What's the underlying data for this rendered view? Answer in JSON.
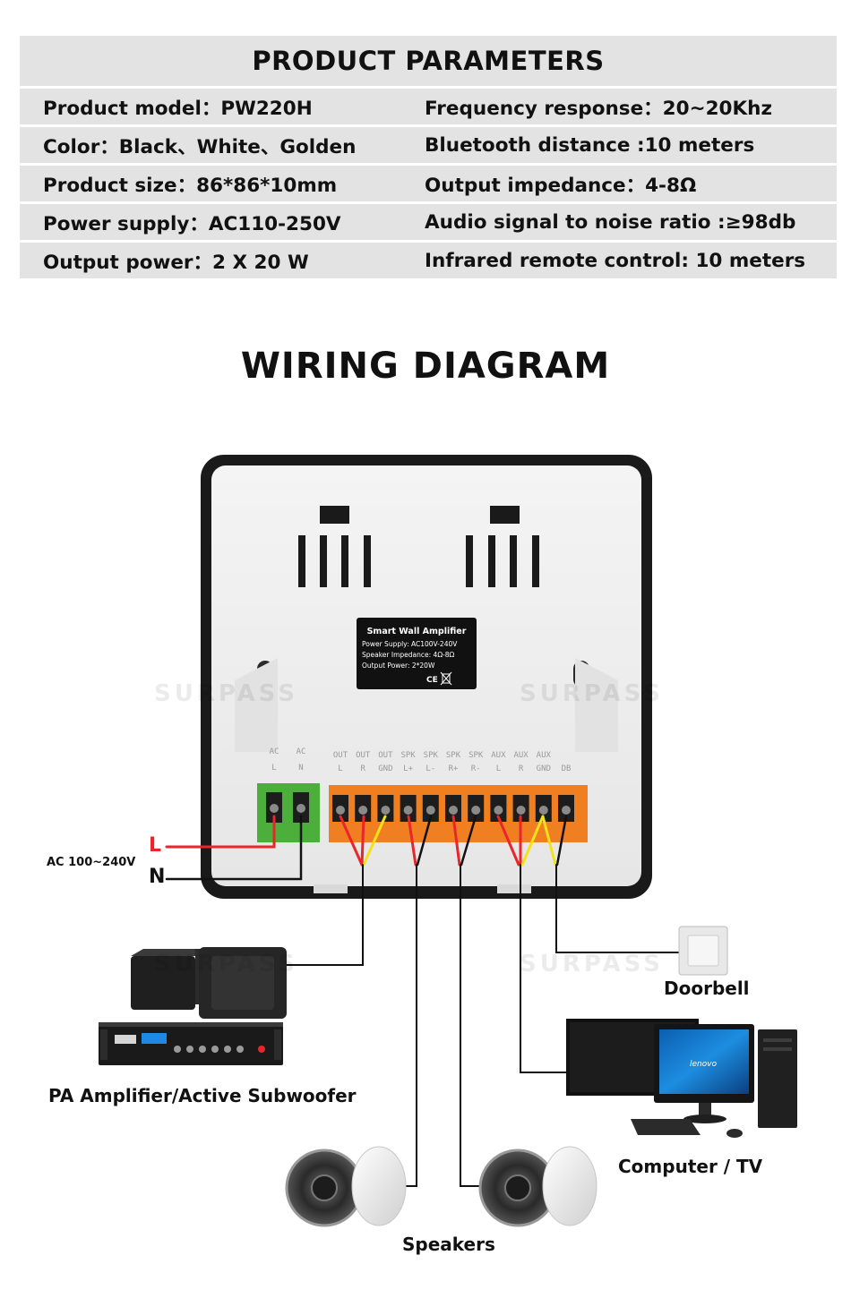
{
  "parameters": {
    "title": "PRODUCT PARAMETERS",
    "rows": [
      {
        "left": "Product model：PW220H",
        "right": "Frequency response：20~20Khz"
      },
      {
        "left": "Color：Black、White、Golden",
        "right": "Bluetooth distance :10 meters"
      },
      {
        "left": "Product size：86*86*10mm",
        "right": "Output impedance：4-8Ω"
      },
      {
        "left": "Power supply：AC110-250V",
        "right": "Audio signal to noise ratio :≥98db"
      },
      {
        "left": "Output power：2 X 20 W",
        "right": "Infrared remote control: 10 meters"
      }
    ]
  },
  "wiring": {
    "title": "WIRING DIAGRAM",
    "watermark": "SURPASS",
    "device_label": {
      "title": "Smart Wall Amplifier",
      "line1": "Power Supply: AC100V-240V",
      "line2": "Speaker Impedance: 4Ω-8Ω",
      "line3": "Output Power: 2*20W",
      "mark": "CE"
    },
    "power_terminals": [
      {
        "top": "AC",
        "bottom": "L"
      },
      {
        "top": "AC",
        "bottom": "N"
      }
    ],
    "signal_terminals": [
      {
        "top": "OUT",
        "bottom": "L"
      },
      {
        "top": "OUT",
        "bottom": "R"
      },
      {
        "top": "OUT",
        "bottom": "GND"
      },
      {
        "top": "SPK",
        "bottom": "L+"
      },
      {
        "top": "SPK",
        "bottom": "L-"
      },
      {
        "top": "SPK",
        "bottom": "R+"
      },
      {
        "top": "SPK",
        "bottom": "R-"
      },
      {
        "top": "AUX",
        "bottom": "L"
      },
      {
        "top": "AUX",
        "bottom": "R"
      },
      {
        "top": "AUX",
        "bottom": "GND"
      },
      {
        "top": "",
        "bottom": "DB"
      }
    ],
    "ac_input": {
      "label": "AC 100~240V",
      "l": "L",
      "n": "N"
    },
    "devices": {
      "doorbell": "Doorbell",
      "pa_amplifier": "PA Amplifier/Active Subwoofer",
      "computer_tv": "Computer / TV",
      "speakers": "Speakers",
      "monitor_brand": "lenovo"
    },
    "colors": {
      "live": "#e8262b",
      "neutral": "#111111",
      "yellow": "#f5e11b",
      "red_wire": "#e8262b",
      "orange_block": "#f07f22",
      "green_block": "#4caf3b"
    }
  }
}
